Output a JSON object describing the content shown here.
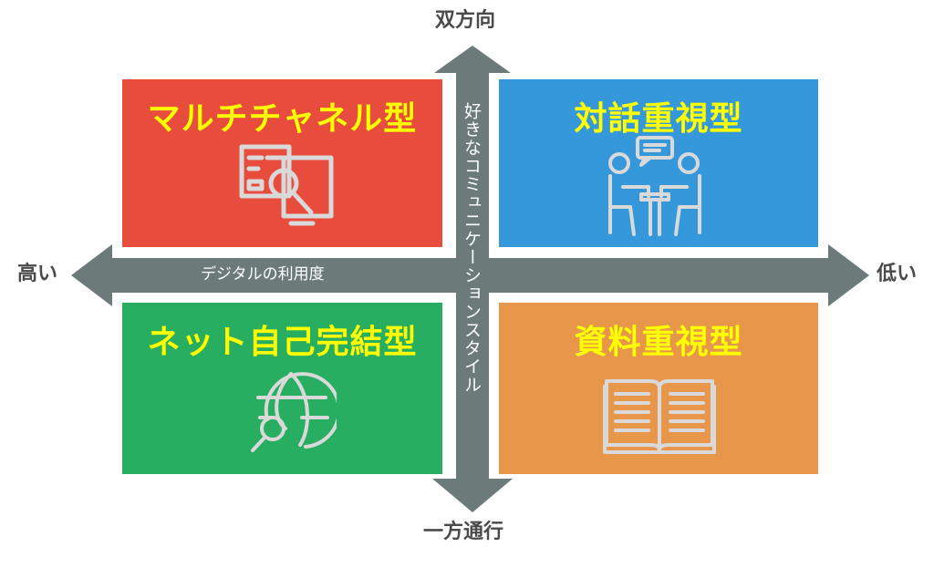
{
  "axes": {
    "top": "双方向",
    "bottom": "一方通行",
    "left": "高い",
    "right": "低い",
    "horizontal_caption": "デジタルの利用度",
    "vertical_caption": "好きなコミュニケーションスタイル"
  },
  "quadrants": [
    {
      "id": "top-left",
      "title": "マルチチャネル型",
      "color": "#e74c3c",
      "icon": "document-search-icon"
    },
    {
      "id": "top-right",
      "title": "対話重視型",
      "color": "#3498db",
      "icon": "conversation-icon"
    },
    {
      "id": "bottom-left",
      "title": "ネット自己完結型",
      "color": "#27ae60",
      "icon": "globe-search-icon"
    },
    {
      "id": "bottom-right",
      "title": "資料重視型",
      "color": "#e8964a",
      "icon": "open-book-icon"
    }
  ],
  "colors": {
    "axis": "#6c7a7a",
    "title_text": "#ffff00",
    "icon_stroke": "#d9d9d9"
  }
}
